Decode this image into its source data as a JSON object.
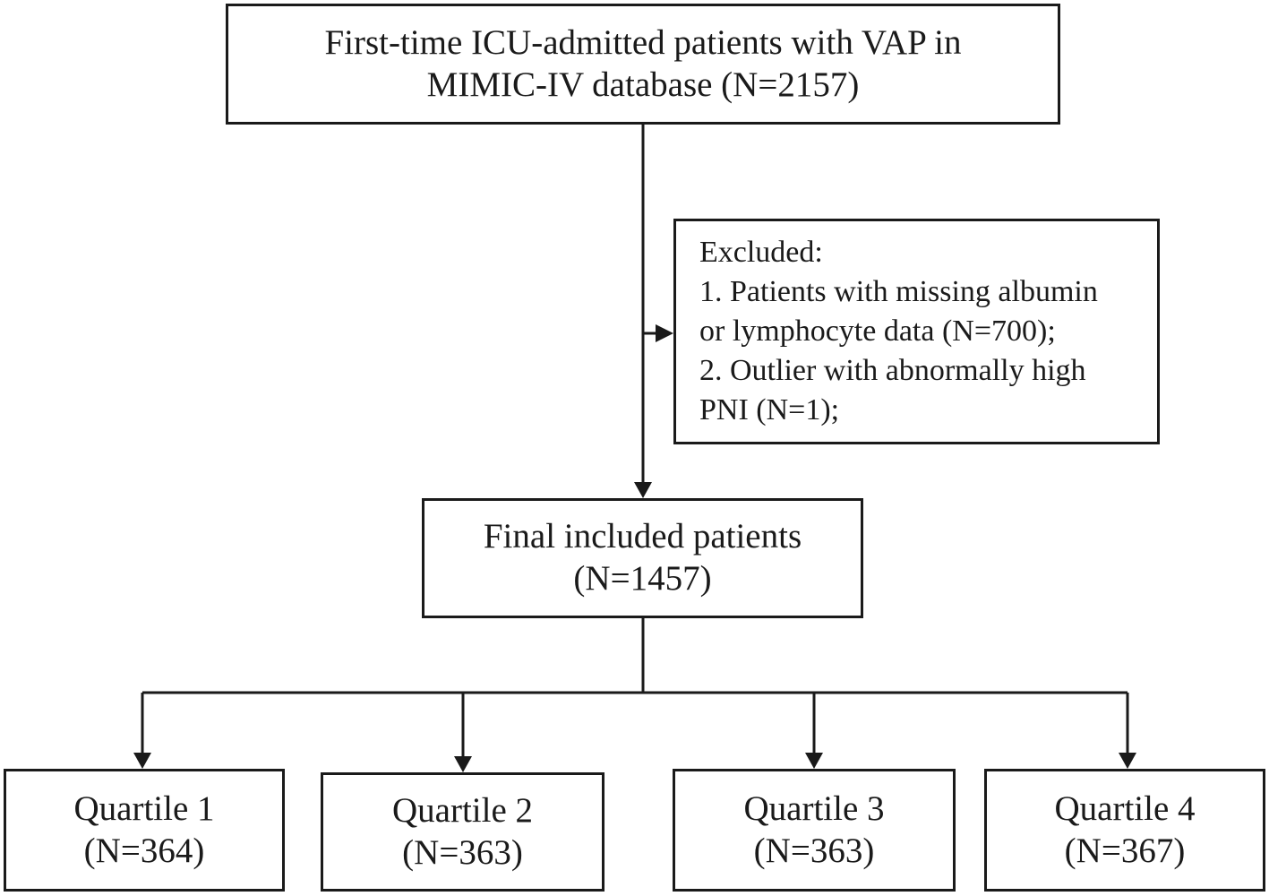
{
  "source": {
    "line1": "First-time ICU-admitted patients with VAP in",
    "line2": "MIMIC-IV database (N=2157)"
  },
  "excluded": {
    "heading": "Excluded:",
    "lines": [
      "1. Patients with missing albumin",
      "or lymphocyte data (N=700);",
      "2. Outlier with abnormally high",
      "PNI (N=1);"
    ]
  },
  "final": {
    "line1": "Final included patients",
    "line2": "(N=1457)"
  },
  "quartiles": [
    {
      "label": "Quartile 1",
      "count": "(N=364)"
    },
    {
      "label": "Quartile 2",
      "count": "(N=363)"
    },
    {
      "label": "Quartile 3",
      "count": "(N=363)"
    },
    {
      "label": "Quartile 4",
      "count": "(N=367)"
    }
  ]
}
